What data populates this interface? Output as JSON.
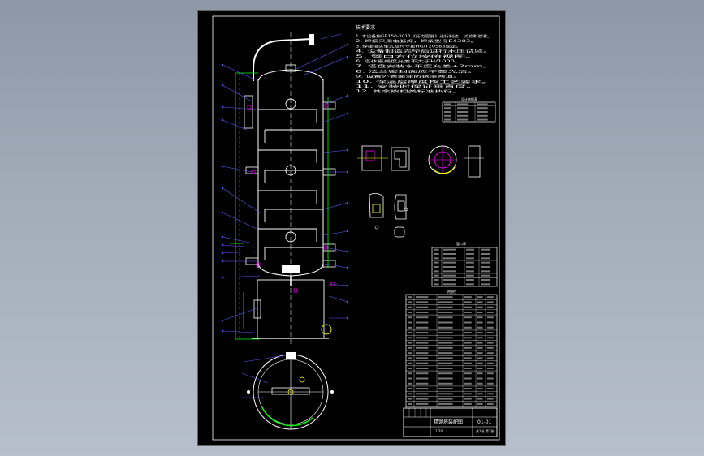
{
  "viewer": {
    "background_color": "#9aa4b2",
    "sheet_color": "#000000"
  },
  "drawing": {
    "line_colors": {
      "outline": "#ffffff",
      "frame": "#00ff00",
      "leader": "#5c5cff",
      "detail": "#ff00ff",
      "dimension": "#ffff00"
    },
    "notes_heading": "技术要求",
    "notes_lines": [
      "1. 本设备按GB150-2011《压力容器》进行制造、试验和验收。",
      "2. 焊接采用电弧焊，焊条型号E4303。",
      "3. 焊接接头型式及尺寸按HG/T20583规定。",
      "4. 设备制造完毕后进行水压试验。",
      "5. 管口方位按俯视图。",
      "6. 塔体直线度允差不大于H/1000。",
      "7. 塔盘安装水平度允差±2mm。",
      "8. 法兰密封面应平整光洁。",
      "9. 设备外表面涂防锈漆两道。",
      "10. 保温层厚度按工艺要求。",
      "11. 安装时保证垂直度。",
      "12. 其余按相关标准执行。"
    ],
    "title_block": {
      "title": "精馏塔装配图",
      "drawing_no": "01-01",
      "scale": "1:20",
      "sheet": "共1张 第1张"
    },
    "tables": {
      "design_data_heading": "设计数据表",
      "nozzle_table_heading": "管口表",
      "parts_list_heading": "明细栏"
    }
  }
}
